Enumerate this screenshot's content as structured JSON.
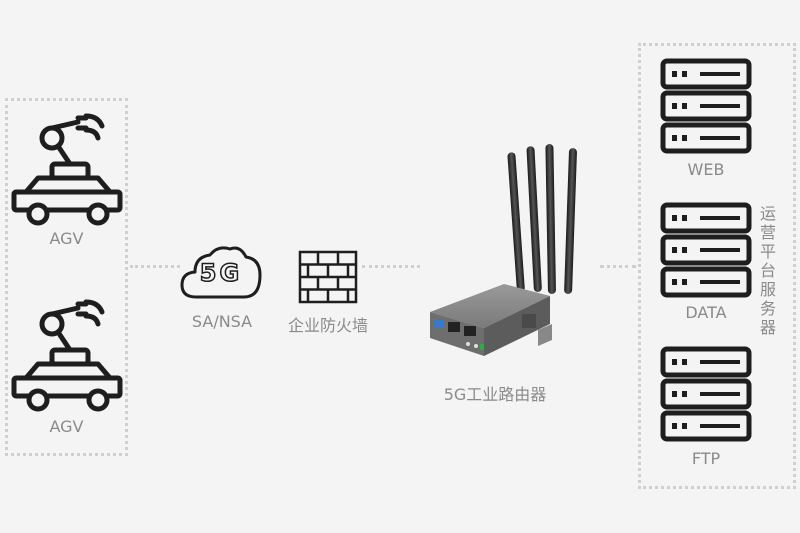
{
  "agv_units": [
    {
      "label": "AGV"
    },
    {
      "label": "AGV"
    }
  ],
  "network": {
    "label": "SA/NSA",
    "cloud_text": "5G"
  },
  "firewall": {
    "label": "企业防火墙"
  },
  "router": {
    "label": "5G工业路由器"
  },
  "servers": [
    {
      "label": "WEB"
    },
    {
      "label": "DATA"
    },
    {
      "label": "FTP"
    }
  ],
  "platform": {
    "label": "运营平台服务器"
  },
  "colors": {
    "line": "#cfcfcf",
    "icon": "#1e1e1e",
    "text": "#8a8a8a",
    "router_body": "#7d7d7d"
  },
  "icons": [
    "robot-arm-agv-icon",
    "cloud-5g-icon",
    "brick-firewall-icon",
    "router-icon",
    "server-rack-icon"
  ]
}
